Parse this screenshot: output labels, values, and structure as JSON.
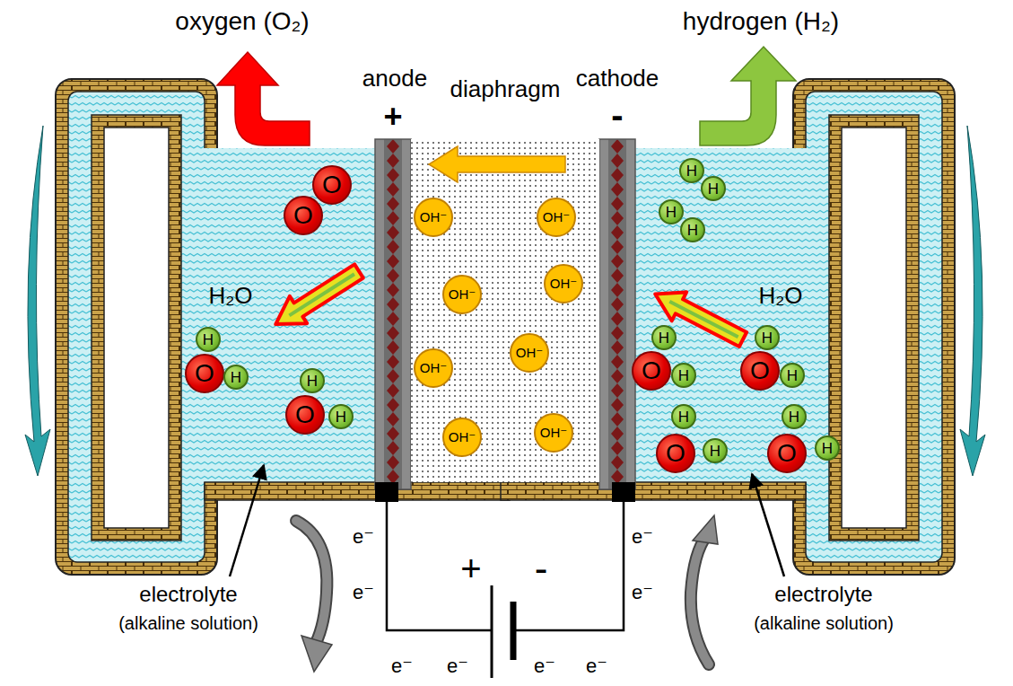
{
  "diagram": {
    "nodes": [
      {
        "text": [
          "diaphragm"
        ]
      },
      {
        "text": [
          "OH⁻"
        ],
        "in": 0
      },
      {
        "text": [
          "OH⁻"
        ],
        "in": 0
      },
      {
        "text": [
          "OH⁻"
        ],
        "in": 0
      },
      {
        "text": [
          "OH⁻"
        ],
        "in": 0
      },
      {
        "text": [
          "OH⁻"
        ],
        "in": 0
      },
      {
        "text": [
          "OH⁻"
        ],
        "in": 0
      },
      {
        "text": [
          "OH⁻"
        ],
        "in": 0
      },
      {
        "text": [
          "OH⁻"
        ],
        "in": 0
      },
      {
        "text": [
          "O"
        ]
      },
      {
        "text": [
          "O"
        ]
      },
      {
        "text": [
          "H"
        ]
      },
      {
        "text": [
          "O"
        ]
      },
      {
        "text": [
          "H"
        ]
      },
      {
        "text": [
          "H"
        ]
      },
      {
        "text": [
          "O"
        ]
      },
      {
        "text": [
          "H"
        ]
      },
      {
        "text": [
          "H"
        ]
      },
      {
        "text": [
          "H"
        ]
      },
      {
        "text": [
          "H"
        ]
      },
      {
        "text": [
          "H"
        ]
      },
      {
        "text": [
          "H"
        ]
      },
      {
        "text": [
          "O"
        ]
      },
      {
        "text": [
          "H"
        ]
      },
      {
        "text": [
          "H"
        ]
      },
      {
        "text": [
          "O"
        ]
      },
      {
        "text": [
          "H"
        ]
      },
      {
        "text": [
          "H"
        ]
      },
      {
        "text": [
          "O"
        ]
      },
      {
        "text": [
          "H"
        ]
      },
      {
        "text": [
          "H"
        ]
      },
      {
        "text": [
          "O"
        ]
      },
      {
        "text": [
          "H"
        ]
      }
    ],
    "labels": [
      "oxygen (O₂)",
      "hydrogen (H₂)",
      "anode",
      "cathode",
      "+",
      "-",
      "H₂O",
      "H₂O",
      "e⁻",
      "e⁻",
      "e⁻",
      "e⁻",
      "e⁻",
      "e⁻",
      "e⁻",
      "e⁻",
      "+",
      "-",
      "electrolyte",
      "(alkaline solution)",
      "electrolyte",
      "(alkaline solution)"
    ]
  }
}
